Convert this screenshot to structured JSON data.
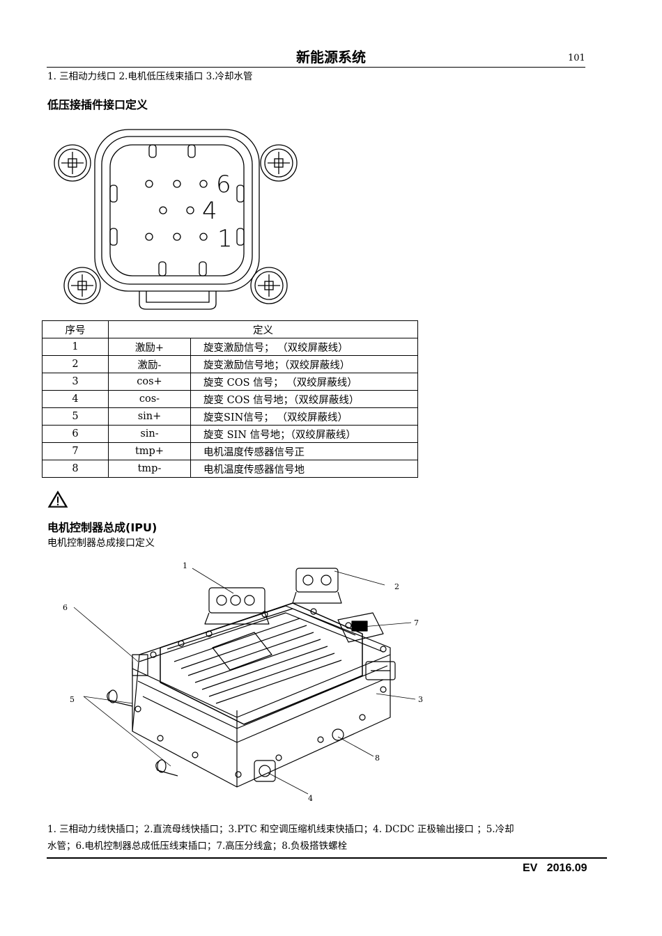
{
  "header": {
    "title": "新能源系统",
    "page_number": "101"
  },
  "top_caption": "1. 三相动力线口 2.电机低压线束插口 3.冷却水管",
  "connector_section": {
    "heading": "低压接插件接口定义",
    "pin_labels": [
      "6",
      "4",
      "1"
    ]
  },
  "pin_table": {
    "headers": [
      "序号",
      "定义"
    ],
    "rows": [
      {
        "no": "1",
        "signal": "激励+",
        "desc": "旋变激励信号；  （双绞屏蔽线）"
      },
      {
        "no": "2",
        "signal": "激励-",
        "desc": "旋变激励信号地；（双绞屏蔽线）"
      },
      {
        "no": "3",
        "signal": "cos+",
        "desc": "旋变 COS 信号；  （双绞屏蔽线）"
      },
      {
        "no": "4",
        "signal": "cos-",
        "desc": "旋变 COS 信号地；（双绞屏蔽线）"
      },
      {
        "no": "5",
        "signal": "sin+",
        "desc": "旋变SIN信号；    （双绞屏蔽线）"
      },
      {
        "no": "6",
        "signal": "sin-",
        "desc": "旋变 SIN 信号地；（双绞屏蔽线）"
      },
      {
        "no": "7",
        "signal": "tmp+",
        "desc": "电机温度传感器信号正"
      },
      {
        "no": "8",
        "signal": "tmp-",
        "desc": "电机温度传感器信号地"
      }
    ]
  },
  "warning_symbol": "warning-triangle-icon",
  "ipu_section": {
    "heading": "电机控制器总成(IPU)",
    "subheading": "电机控制器总成接口定义",
    "callouts": [
      "1",
      "2",
      "3",
      "4",
      "5",
      "6",
      "7",
      "8"
    ]
  },
  "bottom_caption_line1": "1. 三相动力线快插口；2.直流母线快插口；3.PTC 和空调压缩机线束快插口；4.  DCDC 正极输出接口  ；5.冷却",
  "bottom_caption_line2": "水管；6.电机控制器总成低压线束插口；7.高压分线盒；8.负极搭铁螺栓",
  "footer": {
    "text": "EV   2016.09"
  }
}
